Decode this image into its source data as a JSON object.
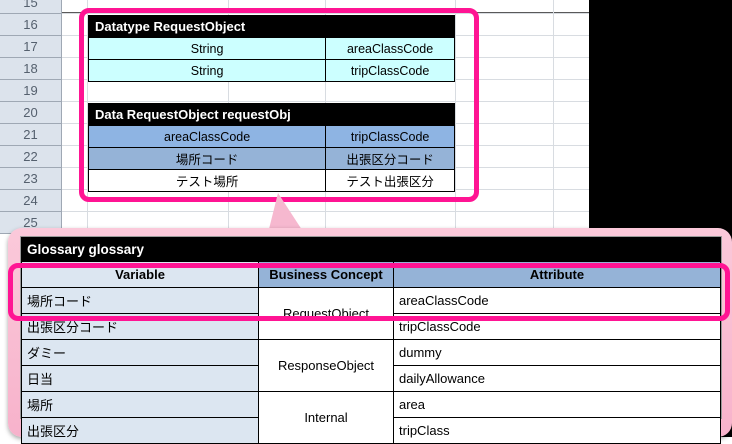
{
  "spreadsheet": {
    "row_numbers": [
      "15",
      "16",
      "17",
      "18",
      "19",
      "20",
      "21",
      "22",
      "23",
      "24",
      "25"
    ]
  },
  "datatype_table": {
    "title": "Datatype RequestObject",
    "rows": [
      {
        "type": "String",
        "name": "areaClassCode"
      },
      {
        "type": "String",
        "name": "tripClassCode"
      }
    ]
  },
  "data_table": {
    "title": "Data RequestObject requestObj",
    "rows": [
      {
        "left": "areaClassCode",
        "right": "tripClassCode"
      },
      {
        "left": "場所コード",
        "right": "出張区分コード"
      },
      {
        "left": "テスト場所",
        "right": "テスト出張区分"
      }
    ]
  },
  "glossary": {
    "title": "Glossary glossary",
    "headers": {
      "variable": "Variable",
      "concept": "Business Concept",
      "attribute": "Attribute"
    },
    "groups": [
      {
        "concept": "RequestObject",
        "rows": [
          {
            "variable": "場所コード",
            "attribute": "areaClassCode"
          },
          {
            "variable": "出張区分コード",
            "attribute": "tripClassCode"
          }
        ]
      },
      {
        "concept": "ResponseObject",
        "rows": [
          {
            "variable": "ダミー",
            "attribute": "dummy"
          },
          {
            "variable": "日当",
            "attribute": "dailyAllowance"
          }
        ]
      },
      {
        "concept": "Internal",
        "rows": [
          {
            "variable": "場所",
            "attribute": "area"
          },
          {
            "variable": "出張区分",
            "attribute": "tripClass"
          }
        ]
      }
    ]
  },
  "colors": {
    "highlight": "#ff1493",
    "panel_pink": "#f7b2cb",
    "cyan_cell": "#ccffff",
    "blue_cell": "#8eb4e3",
    "blue_header": "#95b3d7",
    "light_blue_cell": "#dce6f1"
  }
}
